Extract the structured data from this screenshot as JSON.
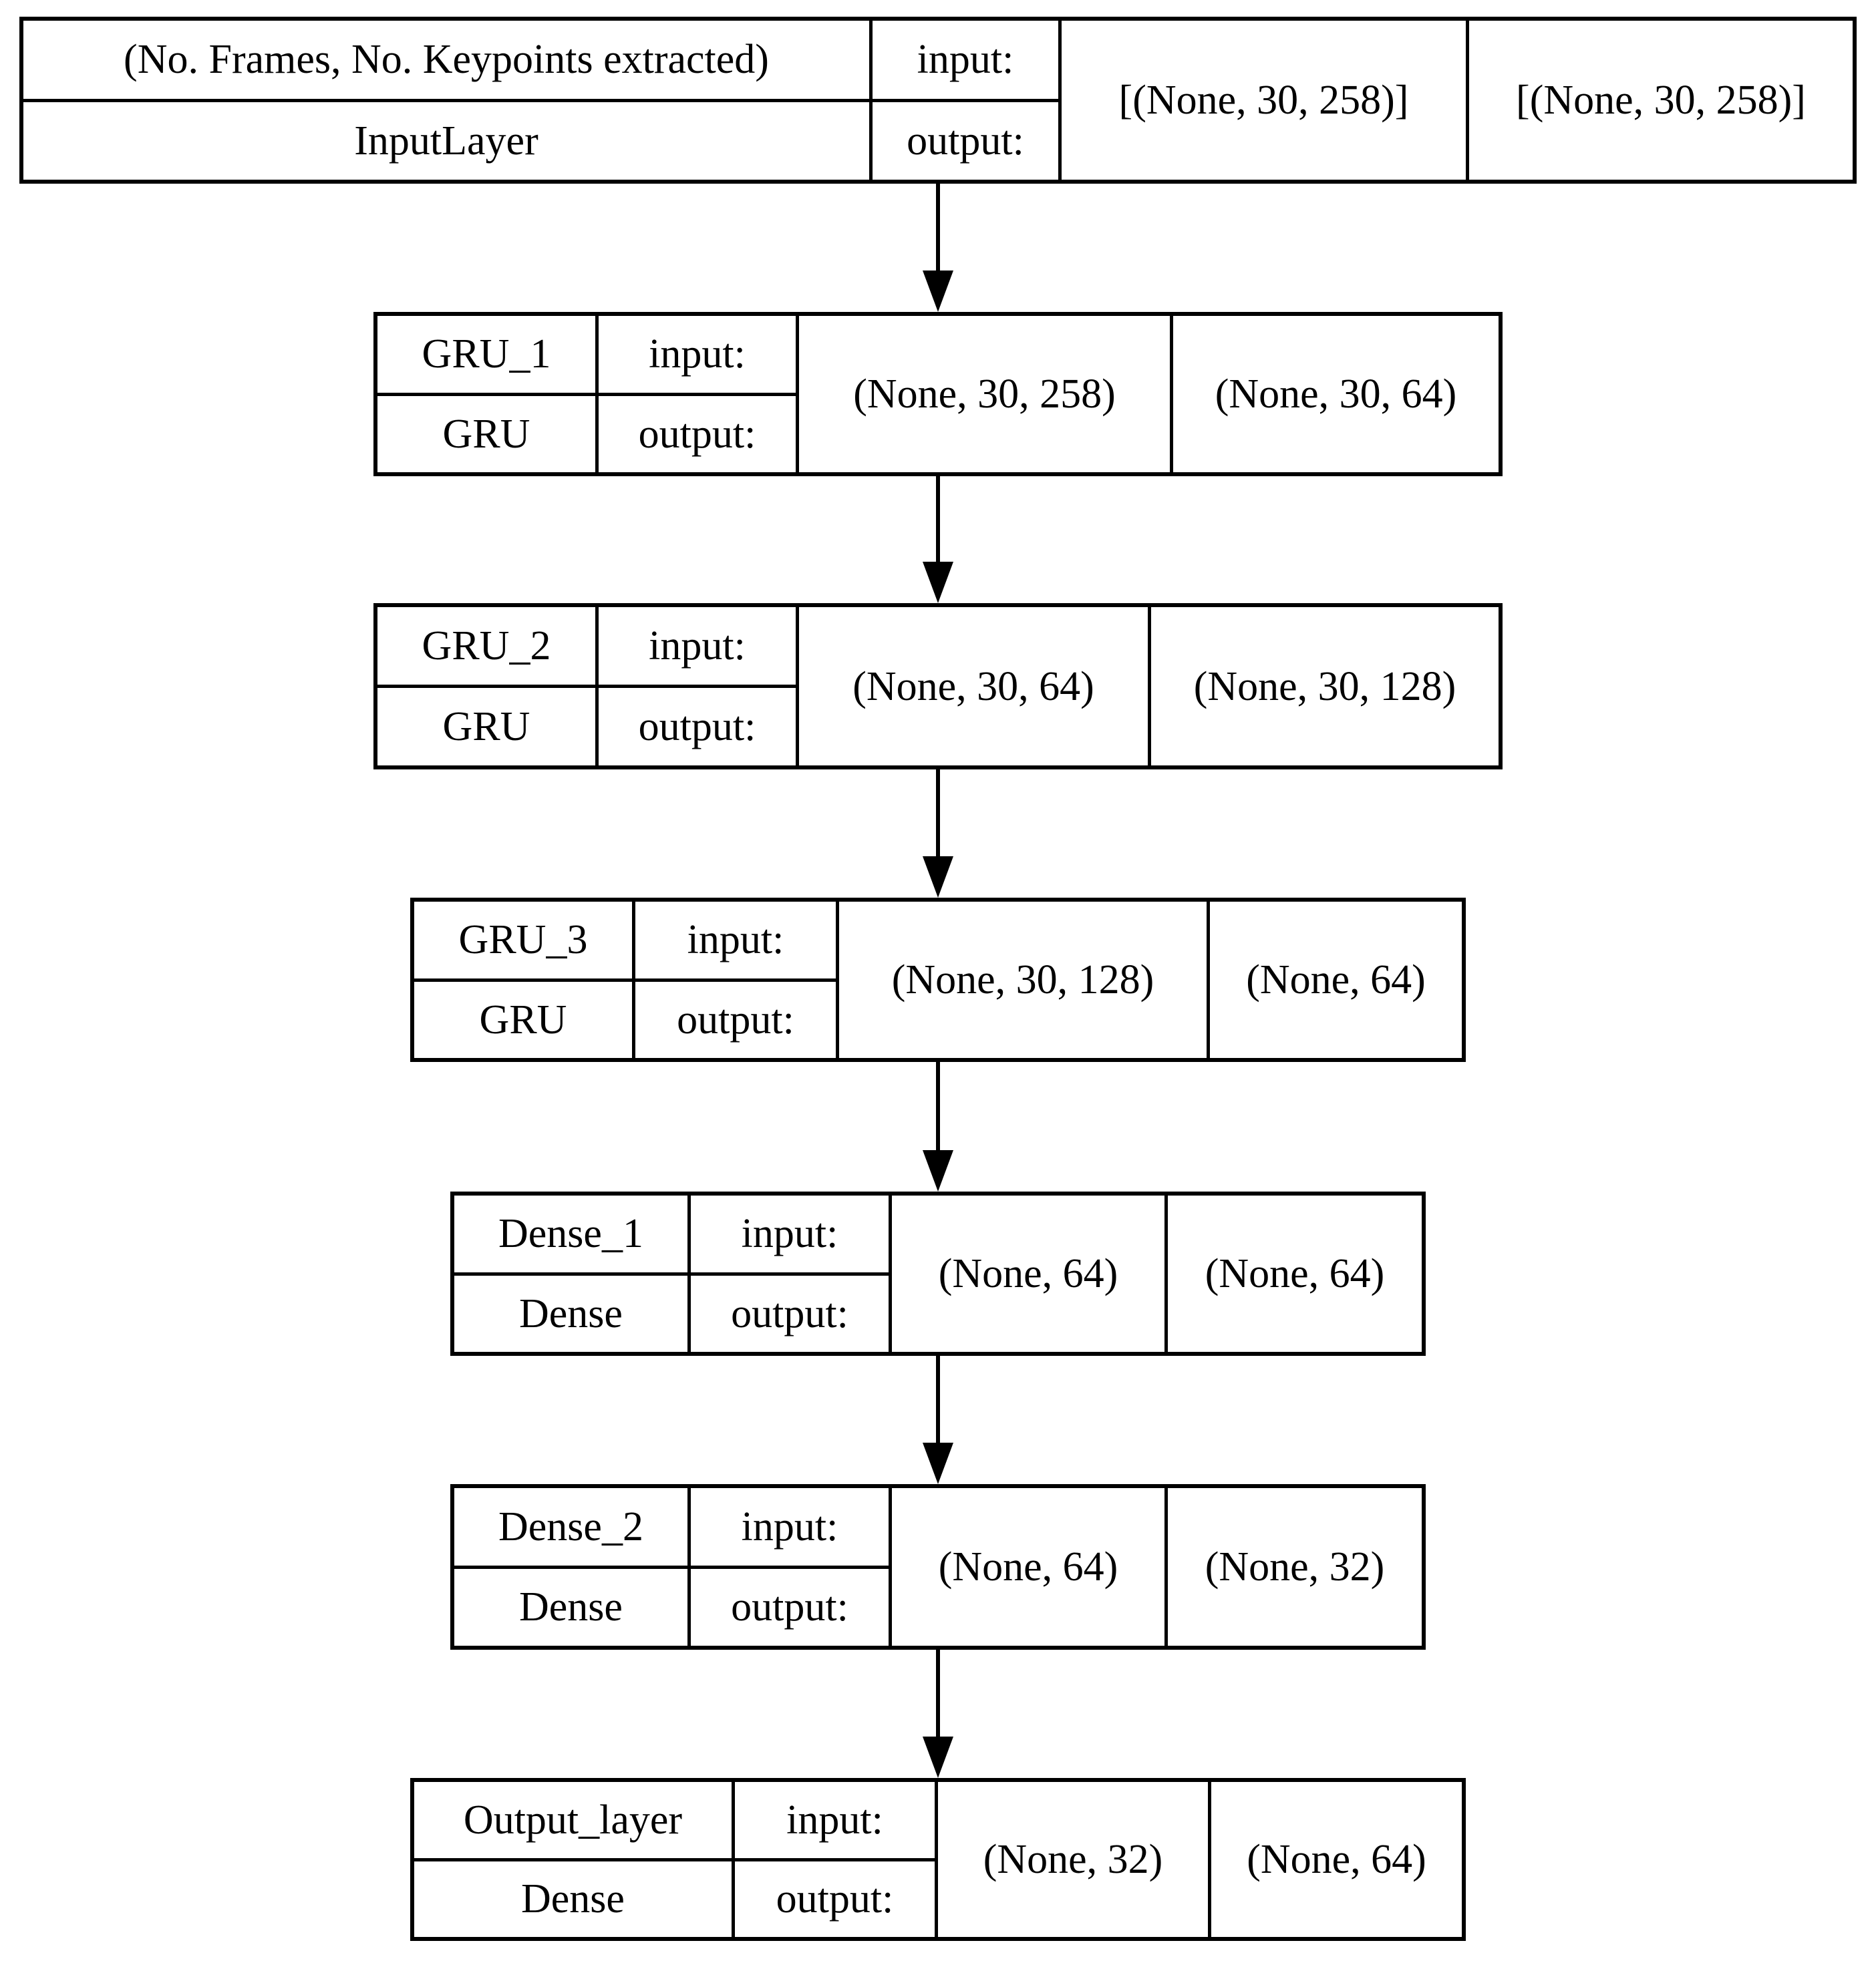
{
  "labels": {
    "input": "input:",
    "output": "output:"
  },
  "layers": [
    {
      "name": "(No. Frames, No. Keypoints extracted)",
      "type": "InputLayer",
      "input_shape": "[(None, 30, 258)]",
      "output_shape": "[(None, 30, 258)]"
    },
    {
      "name": "GRU_1",
      "type": "GRU",
      "input_shape": "(None, 30, 258)",
      "output_shape": "(None, 30, 64)"
    },
    {
      "name": "GRU_2",
      "type": "GRU",
      "input_shape": "(None, 30, 64)",
      "output_shape": "(None, 30, 128)"
    },
    {
      "name": "GRU_3",
      "type": "GRU",
      "input_shape": "(None, 30, 128)",
      "output_shape": "(None, 64)"
    },
    {
      "name": "Dense_1",
      "type": "Dense",
      "input_shape": "(None, 64)",
      "output_shape": "(None, 64)"
    },
    {
      "name": "Dense_2",
      "type": "Dense",
      "input_shape": "(None, 64)",
      "output_shape": "(None, 32)"
    },
    {
      "name": "Output_layer",
      "type": "Dense",
      "input_shape": "(None, 32)",
      "output_shape": "(None, 64)"
    }
  ],
  "colors": {
    "border": "#000000",
    "background": "#ffffff",
    "text": "#000000"
  }
}
